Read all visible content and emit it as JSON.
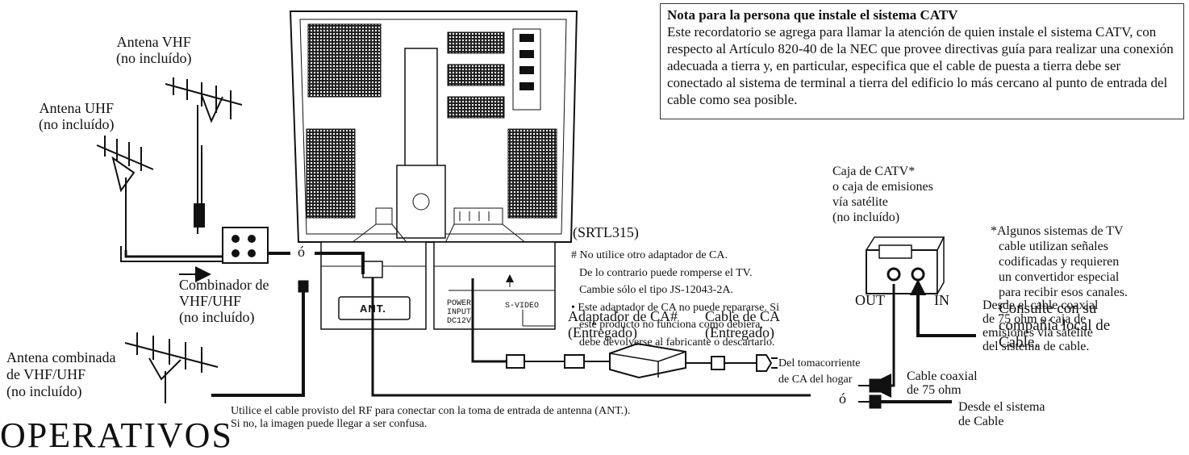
{
  "note": {
    "title": "Nota para la persona que instale el sistema CATV",
    "body": "Este recordatorio se agrega para llamar la atención de quien instale el sistema CATV, con respecto al Artículo 820-40 de la NEC que provee directivas guía para realizar una conexión adecuada a tierra y, en particular, especifica que el cable de puesta a tierra debe ser conectado al sistema de terminal a tierra del edificio lo más cercano al punto de entrada del cable como sea posible."
  },
  "antennas": {
    "vhf": [
      "Antena VHF",
      "(no incluído)"
    ],
    "uhf": [
      "Antena UHF",
      "(no incluído)"
    ],
    "combined": [
      "Antena combinada",
      "de VHF/UHF",
      "(no incluído)"
    ]
  },
  "combiner": [
    "Combinador de",
    "VHF/UHF",
    "(no incluído)"
  ],
  "or_symbol": "ó",
  "model": "(SRTL315)",
  "warnings": [
    "# No utilice otro adaptador de CA.",
    "De lo contrario puede romperse el TV.",
    "Cambie sólo el tipo JS-12043-2A.",
    "• Este adaptador de CA no puede repararse. Si",
    "este producto no funciona como debiera,",
    "debe devolverse al fabricante o descartarlo."
  ],
  "panels": {
    "ant": "ANT.",
    "power": [
      "POWER",
      "INPUT",
      "DC12V"
    ],
    "svideo": "S-VIDEO"
  },
  "adapter_label": [
    "Adaptador de CA#",
    "(Entregado)"
  ],
  "ac_cable_label": [
    "Cable de CA",
    "(Entregado)"
  ],
  "outlet_label": [
    "Del tomacorriente",
    "de CA del hogar"
  ],
  "catv_box": [
    "Caja de CATV*",
    "o caja de emisiones",
    "vía satélite",
    "(no incluído)"
  ],
  "out_label": "OUT",
  "in_label": "IN",
  "coax_from_label": [
    "Desde el cable coaxial",
    "de 75 ohm o caja de",
    "emisiones vía satélite",
    "del sistema de cable."
  ],
  "coax_label": [
    "Cable coaxial",
    "de 75 ohm"
  ],
  "from_system_label": [
    "Desde el sistema",
    "de Cable"
  ],
  "star_note": [
    "*Algunos sistemas de TV",
    "cable utilizan señales",
    "codificadas y requieren",
    "un convertidor especial",
    "para recibir esos canales.",
    "Consulte con su",
    "compañía local de",
    "Cable."
  ],
  "bottom_note": [
    "Utilice el cable provisto del RF para conectar con la toma de entrada de antenna (ANT.).",
    "Si no, la imagen puede llegar a ser confusa."
  ],
  "heading_fragment": "OPERATIVOS"
}
